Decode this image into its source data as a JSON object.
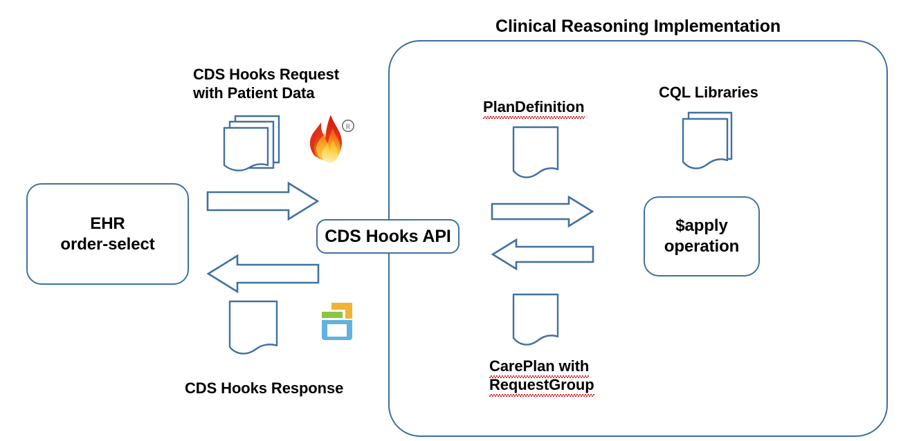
{
  "diagram": {
    "title": "Clinical Reasoning Implementation",
    "colors": {
      "outline_blue": "#40719f",
      "container_blue": "#3c6e9f",
      "text_black": "#000000",
      "spellcheck_red": "#e03030",
      "fhir_flame_red": "#e1251b",
      "fhir_flame_orange": "#f5a31a",
      "fhir_flame_yellow": "#fde79a",
      "cdshooks_blue": "#61b2e0",
      "cdshooks_orange": "#f2b233",
      "cdshooks_green": "#8cc63f"
    },
    "nodes": {
      "ehr": {
        "label": "EHR\norder-select",
        "shape": "rounded-rectangle"
      },
      "api": {
        "label": "CDS Hooks API",
        "shape": "rounded-rectangle"
      },
      "apply": {
        "label": "$apply\noperation",
        "shape": "rounded-rectangle"
      }
    },
    "artifacts": {
      "request": {
        "label": "CDS Hooks Request\nwith Patient Data",
        "icon": "document-stack-icon",
        "doc_count": 3,
        "logo": "fhir-flame-logo",
        "logo_mark": "®"
      },
      "response": {
        "label": "CDS Hooks Response",
        "icon": "document-icon",
        "doc_count": 1,
        "logo": "cds-hooks-logo"
      },
      "plan_definition": {
        "label": "PlanDefinition",
        "icon": "document-icon",
        "doc_count": 1,
        "spellcheck": true
      },
      "cql_libraries": {
        "label": "CQL Libraries",
        "icon": "document-stack-icon",
        "doc_count": 2,
        "spellcheck": false
      },
      "care_plan": {
        "label": "CarePlan with\nRequestGroup",
        "icon": "document-icon",
        "doc_count": 1,
        "spellcheck": true
      }
    },
    "arrows": [
      {
        "name": "ehr-to-api",
        "direction": "right"
      },
      {
        "name": "api-to-ehr",
        "direction": "left"
      },
      {
        "name": "api-to-apply",
        "direction": "right"
      },
      {
        "name": "apply-to-api",
        "direction": "left"
      }
    ]
  }
}
